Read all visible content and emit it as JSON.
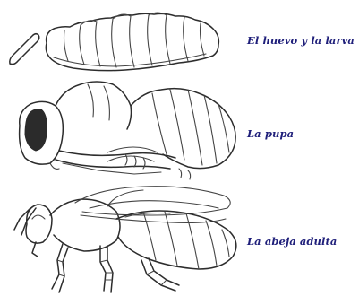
{
  "stages": [
    {
      "id": "egg-larva",
      "label": "El huevo y la larva"
    },
    {
      "id": "pupa",
      "label": "La pupa"
    },
    {
      "id": "adult",
      "label": "La abeja adulta"
    }
  ],
  "colors": {
    "label": "#1f1f7a",
    "ink": "#2d2d2d",
    "background": "#ffffff"
  }
}
